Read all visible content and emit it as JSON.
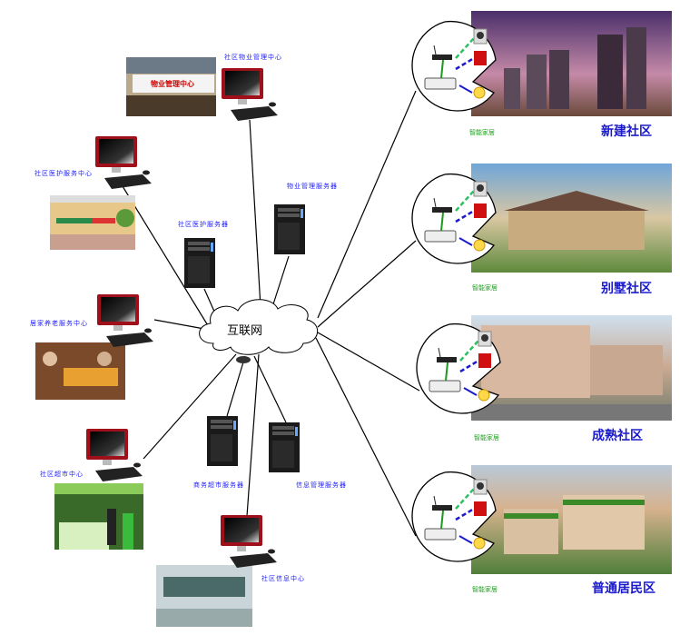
{
  "internet_label": "互联网",
  "centers": [
    {
      "label": "社区物业管理中心",
      "photo_sign": "物业管理中心"
    },
    {
      "label": "社区医护服务中心"
    },
    {
      "label": "居家养老服务中心"
    },
    {
      "label": "社区超市中心"
    },
    {
      "label": "社区信息中心"
    }
  ],
  "servers": [
    {
      "label": "物业管理服务器"
    },
    {
      "label": "社区医护服务器"
    },
    {
      "label": "商务超市服务器"
    },
    {
      "label": "信息管理服务器"
    }
  ],
  "communities": [
    {
      "label": "新建社区",
      "smart_home": "智能家居"
    },
    {
      "label": "别墅社区",
      "smart_home": "智能家居"
    },
    {
      "label": "成熟社区",
      "smart_home": "智能家居"
    },
    {
      "label": "普通居民区",
      "smart_home": "智能家居"
    }
  ]
}
